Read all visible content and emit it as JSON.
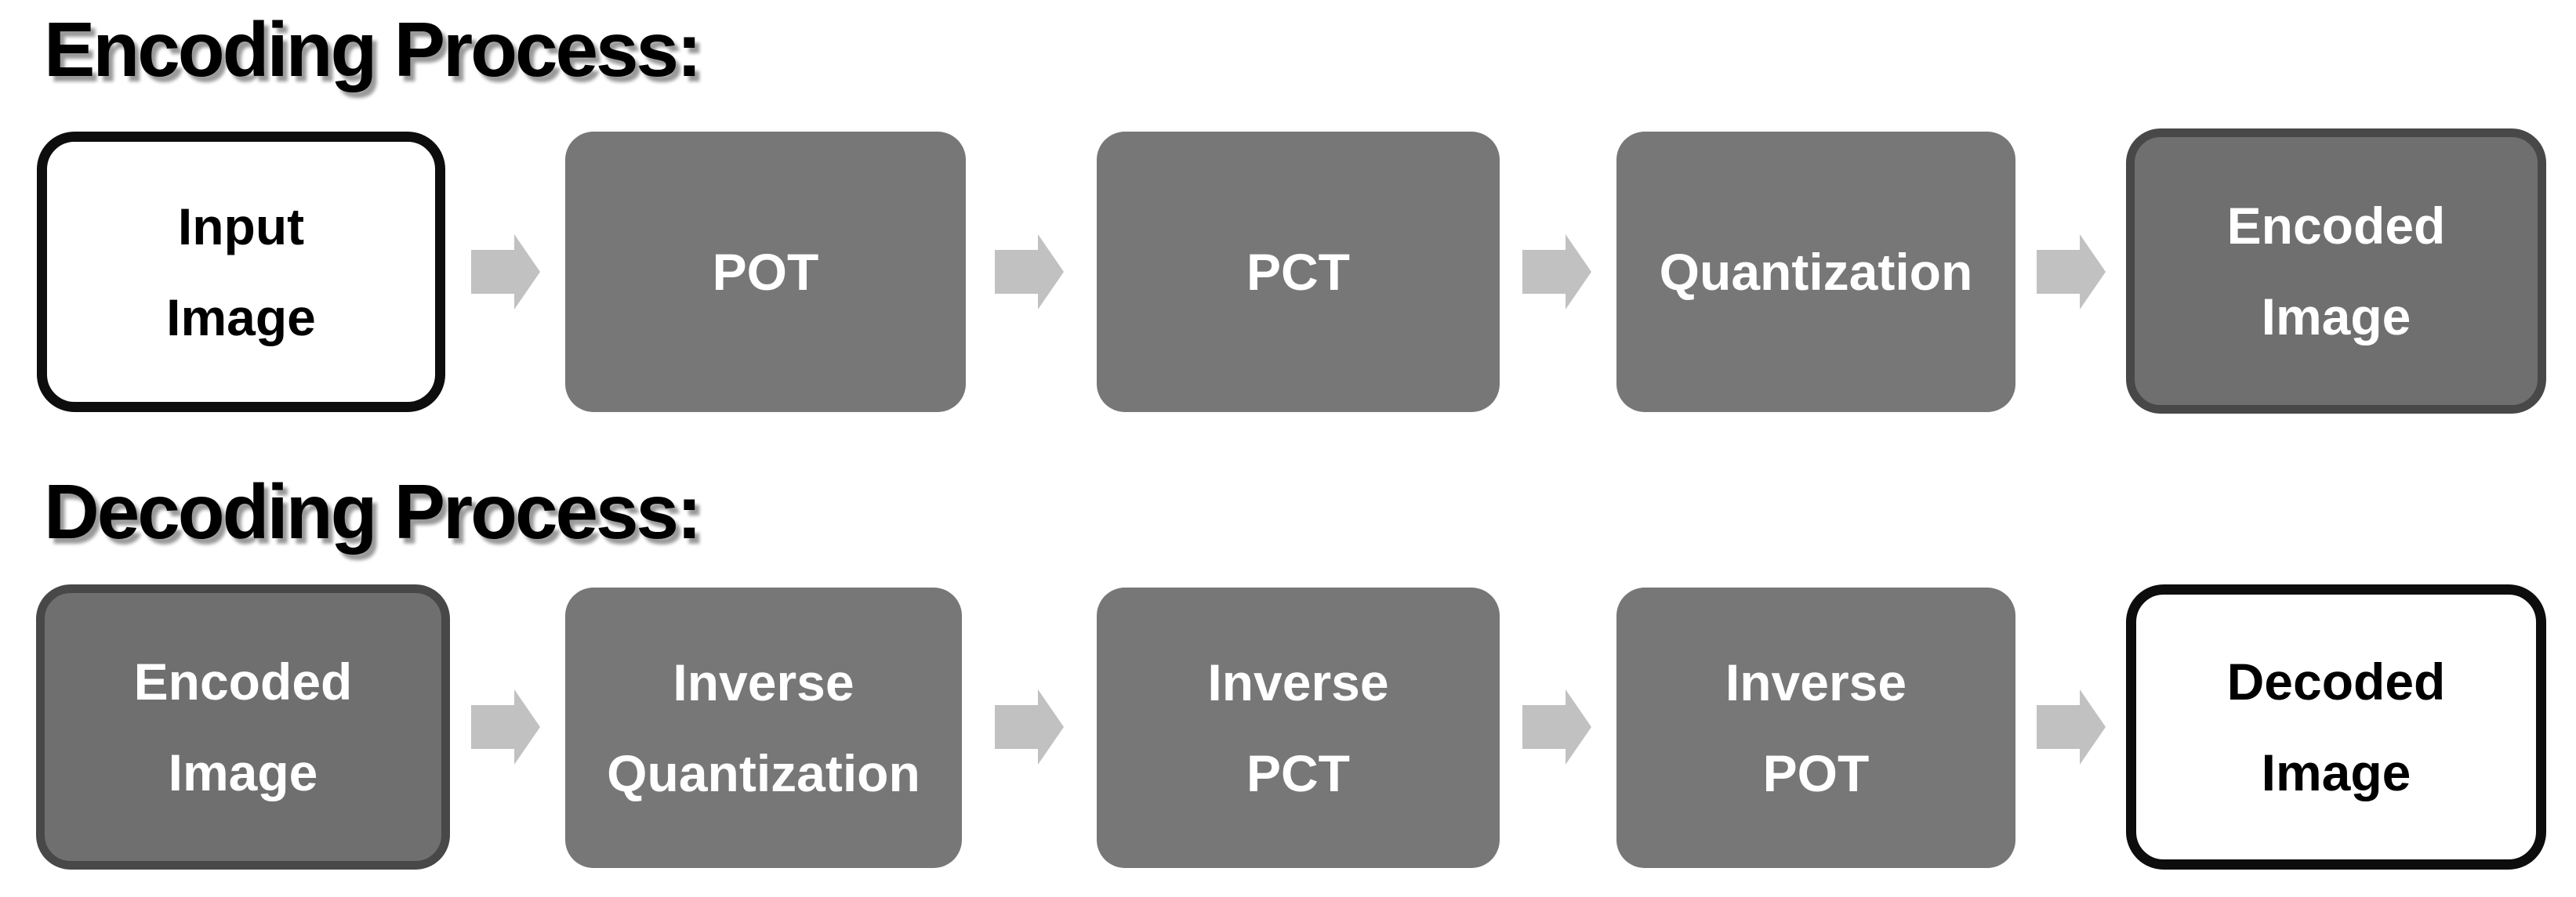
{
  "colors": {
    "background": "#ffffff",
    "box_gray_fill": "#777777",
    "box_gray_text": "#ffffff",
    "encoded_box_fill": "#6f6f6f",
    "encoded_box_border": "#484848",
    "io_box_fill": "#ffffff",
    "io_box_border": "#0d0d0d",
    "io_box_text": "#000000",
    "arrow_fill": "#c1c1c1",
    "title_text": "#000000"
  },
  "encoding_section": {
    "title": "Encoding Process:",
    "steps": [
      {
        "name": "input-image",
        "lines": [
          "Input",
          "Image"
        ]
      },
      {
        "name": "pot",
        "lines": [
          "POT"
        ]
      },
      {
        "name": "pct",
        "lines": [
          "PCT"
        ]
      },
      {
        "name": "quantization",
        "lines": [
          "Quantization"
        ]
      },
      {
        "name": "encoded-image",
        "lines": [
          "Encoded",
          "Image"
        ]
      }
    ]
  },
  "decoding_section": {
    "title": "Decoding Process:",
    "steps": [
      {
        "name": "encoded-image",
        "lines": [
          "Encoded",
          "Image"
        ]
      },
      {
        "name": "inverse-quantization",
        "lines": [
          "Inverse",
          "Quantization"
        ]
      },
      {
        "name": "inverse-pct",
        "lines": [
          "Inverse",
          "PCT"
        ]
      },
      {
        "name": "inverse-pot",
        "lines": [
          "Inverse",
          "POT"
        ]
      },
      {
        "name": "decoded-image",
        "lines": [
          "Decoded",
          "Image"
        ]
      }
    ]
  },
  "icons": {
    "arrow": "right-block-arrow"
  }
}
